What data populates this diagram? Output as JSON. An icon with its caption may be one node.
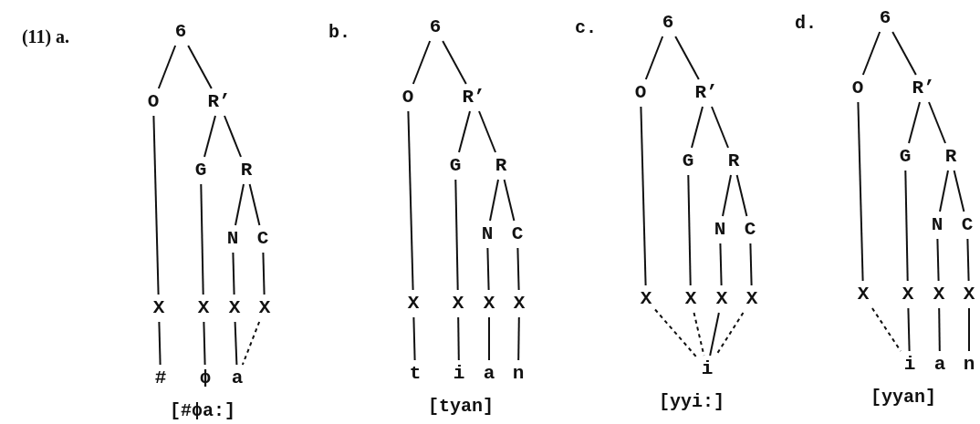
{
  "diagram": {
    "nodes": [
      {
        "text": [
          "6"
        ]
      },
      {
        "text": [
          "O"
        ]
      },
      {
        "text": [
          "R’"
        ]
      },
      {
        "text": [
          "G"
        ]
      },
      {
        "text": [
          "R"
        ]
      },
      {
        "text": [
          "N"
        ]
      },
      {
        "text": [
          "C"
        ]
      },
      {
        "text": [
          "X"
        ]
      },
      {
        "text": [
          "X"
        ]
      },
      {
        "text": [
          "X"
        ]
      },
      {
        "text": [
          "X"
        ]
      },
      {
        "text": [
          "#"
        ]
      },
      {
        "text": [
          "ϕ"
        ]
      },
      {
        "text": [
          "a"
        ]
      },
      {
        "text": [
          "6"
        ]
      },
      {
        "text": [
          "O"
        ]
      },
      {
        "text": [
          "R’"
        ]
      },
      {
        "text": [
          "G"
        ]
      },
      {
        "text": [
          "R"
        ]
      },
      {
        "text": [
          "N"
        ]
      },
      {
        "text": [
          "C"
        ]
      },
      {
        "text": [
          "X"
        ]
      },
      {
        "text": [
          "X"
        ]
      },
      {
        "text": [
          "X"
        ]
      },
      {
        "text": [
          "X"
        ]
      },
      {
        "text": [
          "t"
        ]
      },
      {
        "text": [
          "i"
        ]
      },
      {
        "text": [
          "a"
        ]
      },
      {
        "text": [
          "n"
        ]
      },
      {
        "text": [
          "6"
        ]
      },
      {
        "text": [
          "O"
        ]
      },
      {
        "text": [
          "R’"
        ]
      },
      {
        "text": [
          "G"
        ]
      },
      {
        "text": [
          "R"
        ]
      },
      {
        "text": [
          "N"
        ]
      },
      {
        "text": [
          "C"
        ]
      },
      {
        "text": [
          "X"
        ]
      },
      {
        "text": [
          "X"
        ]
      },
      {
        "text": [
          "X"
        ]
      },
      {
        "text": [
          "X"
        ]
      },
      {
        "text": [
          "i"
        ]
      },
      {
        "text": [
          "6"
        ]
      },
      {
        "text": [
          "O"
        ]
      },
      {
        "text": [
          "R’"
        ]
      },
      {
        "text": [
          "G"
        ]
      },
      {
        "text": [
          "R"
        ]
      },
      {
        "text": [
          "N"
        ]
      },
      {
        "text": [
          "C"
        ]
      },
      {
        "text": [
          "X"
        ]
      },
      {
        "text": [
          "X"
        ]
      },
      {
        "text": [
          "X"
        ]
      },
      {
        "text": [
          "X"
        ]
      },
      {
        "text": [
          "i"
        ]
      },
      {
        "text": [
          "a"
        ]
      },
      {
        "text": [
          "n"
        ]
      }
    ],
    "edges": [
      {
        "from": 0,
        "to": 1,
        "arrow": "none"
      },
      {
        "from": 0,
        "to": 2,
        "arrow": "none"
      },
      {
        "from": 1,
        "to": 7,
        "arrow": "none"
      },
      {
        "from": 2,
        "to": 3,
        "arrow": "none"
      },
      {
        "from": 2,
        "to": 4,
        "arrow": "none"
      },
      {
        "from": 3,
        "to": 8,
        "arrow": "none"
      },
      {
        "from": 4,
        "to": 5,
        "arrow": "none"
      },
      {
        "from": 4,
        "to": 6,
        "arrow": "none"
      },
      {
        "from": 5,
        "to": 9,
        "arrow": "none"
      },
      {
        "from": 6,
        "to": 10,
        "arrow": "none"
      },
      {
        "from": 7,
        "to": 11,
        "arrow": "none"
      },
      {
        "from": 8,
        "to": 12,
        "arrow": "none"
      },
      {
        "from": 9,
        "to": 13,
        "arrow": "none"
      },
      {
        "from": 10,
        "to": 13,
        "arrow": "none",
        "style": "dashed"
      },
      {
        "from": 14,
        "to": 15,
        "arrow": "none"
      },
      {
        "from": 14,
        "to": 16,
        "arrow": "none"
      },
      {
        "from": 15,
        "to": 21,
        "arrow": "none"
      },
      {
        "from": 16,
        "to": 17,
        "arrow": "none"
      },
      {
        "from": 16,
        "to": 18,
        "arrow": "none"
      },
      {
        "from": 17,
        "to": 22,
        "arrow": "none"
      },
      {
        "from": 18,
        "to": 19,
        "arrow": "none"
      },
      {
        "from": 18,
        "to": 20,
        "arrow": "none"
      },
      {
        "from": 19,
        "to": 23,
        "arrow": "none"
      },
      {
        "from": 20,
        "to": 24,
        "arrow": "none"
      },
      {
        "from": 21,
        "to": 25,
        "arrow": "none"
      },
      {
        "from": 22,
        "to": 26,
        "arrow": "none"
      },
      {
        "from": 23,
        "to": 27,
        "arrow": "none"
      },
      {
        "from": 24,
        "to": 28,
        "arrow": "none"
      },
      {
        "from": 29,
        "to": 30,
        "arrow": "none"
      },
      {
        "from": 29,
        "to": 31,
        "arrow": "none"
      },
      {
        "from": 30,
        "to": 36,
        "arrow": "none"
      },
      {
        "from": 31,
        "to": 32,
        "arrow": "none"
      },
      {
        "from": 31,
        "to": 33,
        "arrow": "none"
      },
      {
        "from": 32,
        "to": 37,
        "arrow": "none"
      },
      {
        "from": 33,
        "to": 34,
        "arrow": "none"
      },
      {
        "from": 33,
        "to": 35,
        "arrow": "none"
      },
      {
        "from": 34,
        "to": 38,
        "arrow": "none"
      },
      {
        "from": 35,
        "to": 39,
        "arrow": "none"
      },
      {
        "from": 36,
        "to": 40,
        "arrow": "none",
        "style": "dashed"
      },
      {
        "from": 37,
        "to": 40,
        "arrow": "none",
        "style": "dashed"
      },
      {
        "from": 38,
        "to": 40,
        "arrow": "none"
      },
      {
        "from": 39,
        "to": 40,
        "arrow": "none",
        "style": "dashed"
      },
      {
        "from": 41,
        "to": 42,
        "arrow": "none"
      },
      {
        "from": 41,
        "to": 43,
        "arrow": "none"
      },
      {
        "from": 42,
        "to": 48,
        "arrow": "none"
      },
      {
        "from": 43,
        "to": 44,
        "arrow": "none"
      },
      {
        "from": 43,
        "to": 45,
        "arrow": "none"
      },
      {
        "from": 44,
        "to": 49,
        "arrow": "none"
      },
      {
        "from": 45,
        "to": 46,
        "arrow": "none"
      },
      {
        "from": 45,
        "to": 47,
        "arrow": "none"
      },
      {
        "from": 46,
        "to": 50,
        "arrow": "none"
      },
      {
        "from": 47,
        "to": 51,
        "arrow": "none"
      },
      {
        "from": 48,
        "to": 52,
        "arrow": "none",
        "style": "dashed"
      },
      {
        "from": 49,
        "to": 52,
        "arrow": "none"
      },
      {
        "from": 50,
        "to": 53,
        "arrow": "none"
      },
      {
        "from": 51,
        "to": 54,
        "arrow": "none"
      }
    ],
    "labels": [
      "(11) a.",
      "b.",
      "c.",
      "d.",
      "[#ϕa:]",
      "[tyan]",
      "[yyi:]",
      "[yyan]"
    ]
  }
}
